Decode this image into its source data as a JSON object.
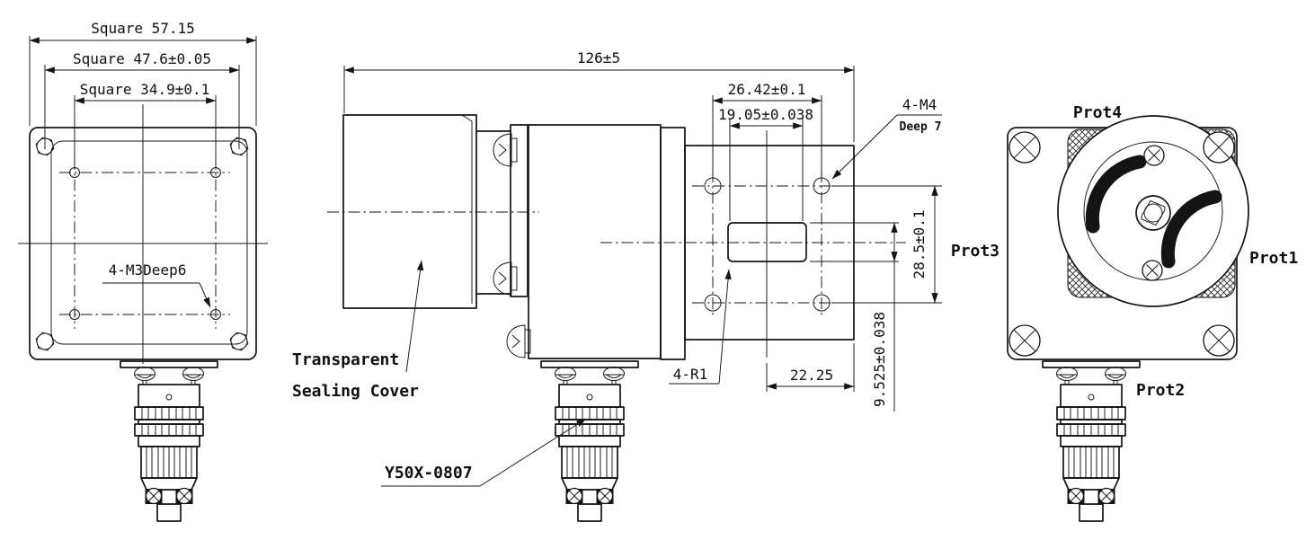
{
  "drawing": {
    "front_view": {
      "dim_outer": "Square 57.15",
      "dim_bolt_square": "Square 47.6±0.05",
      "dim_hole_square": "Square 34.9±0.1",
      "thread_note": "4-M3Deep6"
    },
    "side_view": {
      "dim_overall": "126±5",
      "dim_hole_h": "26.42±0.1",
      "dim_boss_w": "19.05±0.038",
      "tap_note_1": "4-M4",
      "tap_note_2": "Deep 7",
      "dim_hole_v": "28.5±0.1",
      "dim_boss_h": "9.525±0.038",
      "dim_offset": "22.25",
      "radius_note": "4-R1",
      "cover_note_1": "Transparent",
      "cover_note_2": "Sealing Cover",
      "connector_model": "Y50X-0807"
    },
    "rear_view": {
      "label_top": "Prot4",
      "label_left": "Prot3",
      "label_right": "Prot1",
      "label_bottom": "Prot2"
    },
    "colors": {
      "line": "#141414",
      "background": "#ffffff",
      "slot_fill": "#141414"
    }
  }
}
